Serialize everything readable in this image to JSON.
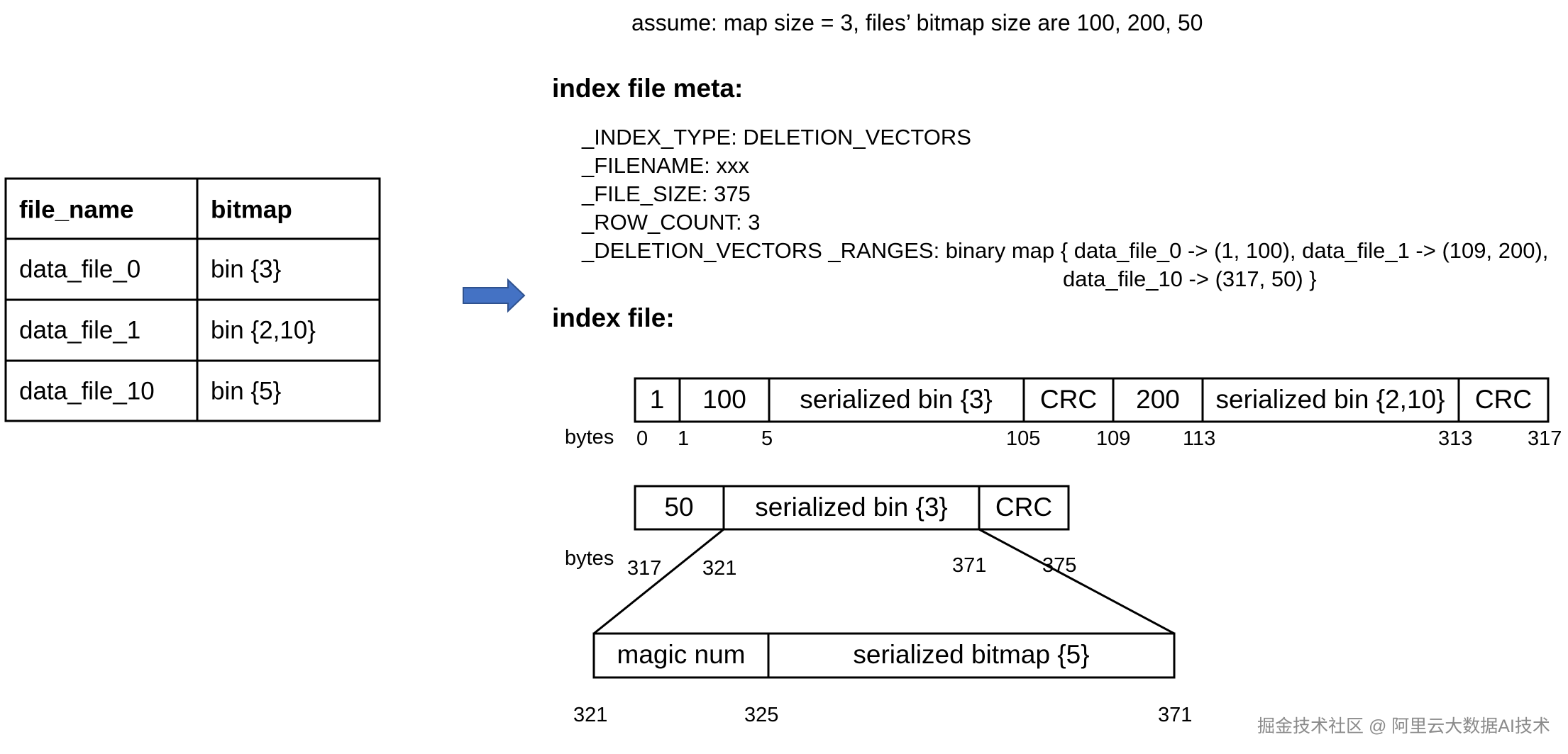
{
  "assume_text": "assume: map size = 3, files’ bitmap size are 100, 200, 50",
  "index_meta": {
    "heading": "index file meta:",
    "lines": [
      "_INDEX_TYPE: DELETION_VECTORS",
      "_FILENAME: xxx",
      "_FILE_SIZE: 375",
      "_ROW_COUNT: 3",
      "_DELETION_VECTORS _RANGES: binary map { data_file_0 -> (1, 100), data_file_1 -> (109, 200),",
      "data_file_10 -> (317, 50) }"
    ]
  },
  "table": {
    "headers": [
      "file_name",
      "bitmap"
    ],
    "rows": [
      [
        "data_file_0",
        "bin {3}"
      ],
      [
        "data_file_1",
        "bin {2,10}"
      ],
      [
        "data_file_10",
        "bin {5}"
      ]
    ]
  },
  "index_file": {
    "heading": "index file:",
    "bytes_label": "bytes",
    "row1": {
      "cells": [
        "1",
        "100",
        "serialized bin {3}",
        "CRC",
        "200",
        "serialized bin {2,10}",
        "CRC"
      ],
      "offsets": [
        "0",
        "1",
        "5",
        "105",
        "109",
        "113",
        "313",
        "317"
      ]
    },
    "row2": {
      "cells": [
        "50",
        "serialized bin {3}",
        "CRC"
      ],
      "offsets": [
        "317",
        "321",
        "371",
        "375"
      ]
    },
    "row3": {
      "cells": [
        "magic num",
        "serialized bitmap {5}"
      ],
      "offsets": [
        "321",
        "325",
        "371"
      ]
    }
  },
  "watermark": "掘金技术社区 @ 阿里云大数据AI技术",
  "colors": {
    "arrow_fill": "#4472c4",
    "arrow_stroke": "#2f528f",
    "line": "#000000"
  }
}
